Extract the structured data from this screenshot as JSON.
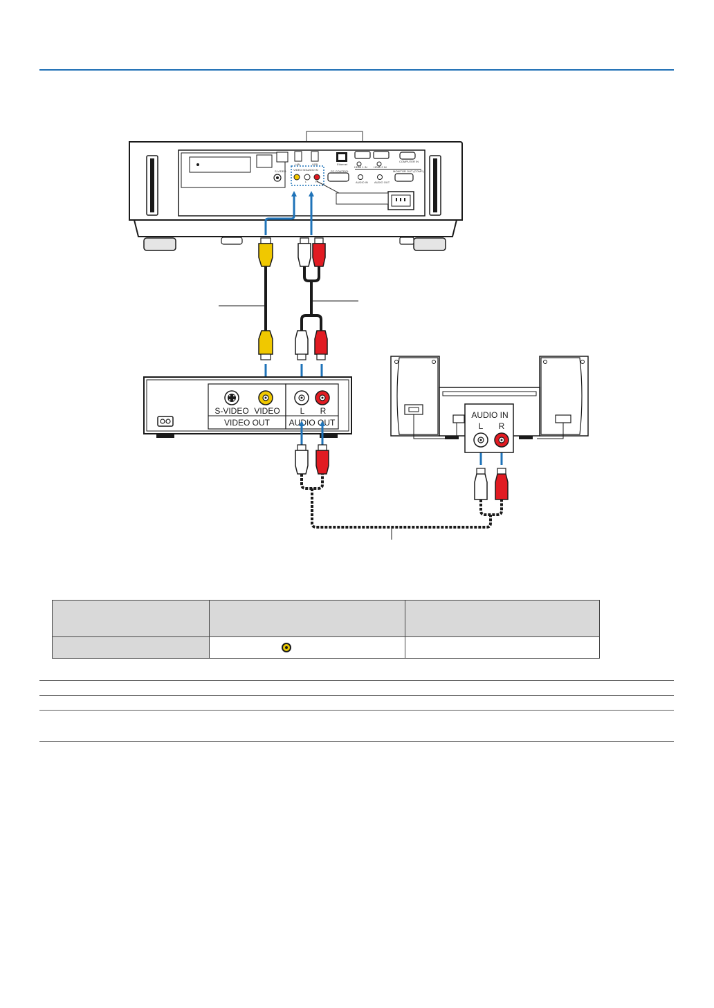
{
  "colors": {
    "accent_rule": "#1f6fb5",
    "arrow": "#1f73b8",
    "video_plug": "#f0c800",
    "audio_left_plug": "#ffffff",
    "audio_right_plug": "#e11b22",
    "cable": "#1a1a1a"
  },
  "vcr": {
    "svideo_label": "S-VIDEO",
    "video_label": "VIDEO",
    "video_out_label": "VIDEO OUT",
    "left_label": "L",
    "right_label": "R",
    "audio_out_label": "AUDIO OUT"
  },
  "speaker": {
    "audio_in_label": "AUDIO IN",
    "left_label": "L",
    "right_label": "R"
  },
  "projector_panel": {
    "labels": [
      "VIDEO IN",
      "AUDIO IN",
      "L",
      "R",
      "LAN",
      "USB",
      "Ethernet",
      "HDMI 1 IN",
      "HDMI 2 IN",
      "COMPUTER IN",
      "PC CONTROL",
      "AUDIO IN",
      "AUDIO OUT",
      "MONITOR OUT (COMP.)",
      "S-VIDEO"
    ]
  },
  "table": {
    "rows": 2,
    "cols": 3,
    "icons": [
      "video-jack-icon"
    ]
  }
}
